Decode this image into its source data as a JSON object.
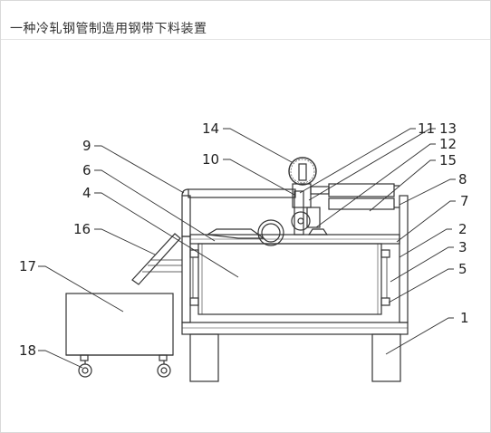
{
  "header": {
    "title": "一种冷轧钢管制造用钢带下料装置"
  },
  "figure": {
    "labels": {
      "n1": "1",
      "n2": "2",
      "n3": "3",
      "n4": "4",
      "n5": "5",
      "n6": "6",
      "n7": "7",
      "n8": "8",
      "n9": "9",
      "n10": "10",
      "n11": "11",
      "n12": "12",
      "n13": "13",
      "n14": "14",
      "n15": "15",
      "n16": "16",
      "n17": "17",
      "n18": "18"
    }
  }
}
